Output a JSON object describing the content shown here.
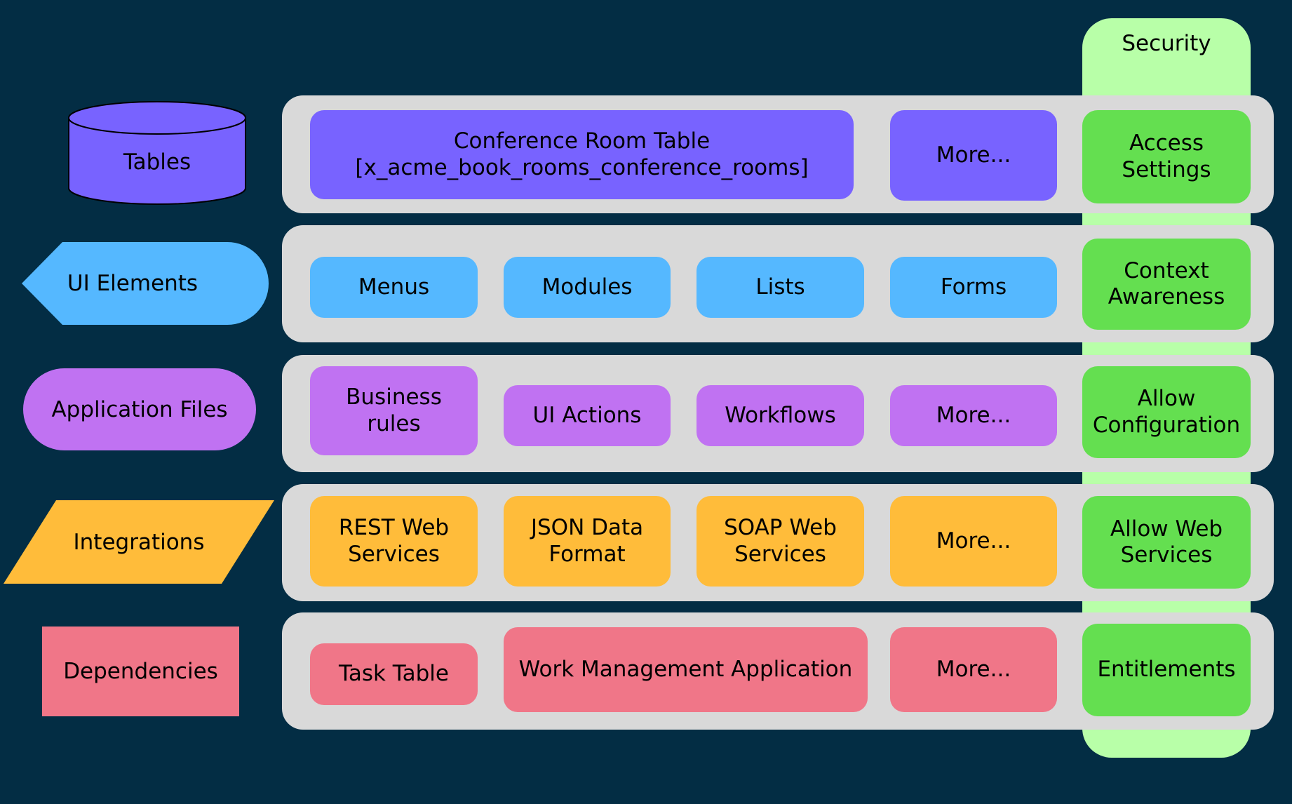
{
  "security": {
    "title": "Security",
    "items": [
      "Access\nSettings",
      "Context\nAwareness",
      "Allow\nConfiguration",
      "Allow Web\nServices",
      "Entitlements"
    ]
  },
  "rows": {
    "tables": {
      "label": "Tables",
      "items": [
        "Conference Room Table\n[x_acme_book_rooms_conference_rooms]",
        "More..."
      ]
    },
    "ui_elements": {
      "label": "UI Elements",
      "items": [
        "Menus",
        "Modules",
        "Lists",
        "Forms"
      ]
    },
    "application_files": {
      "label": "Application Files",
      "items": [
        "Business\nrules",
        "UI Actions",
        "Workflows",
        "More..."
      ]
    },
    "integrations": {
      "label": "Integrations",
      "items": [
        "REST Web\nServices",
        "JSON Data\nFormat",
        "SOAP Web\nServices",
        "More..."
      ]
    },
    "dependencies": {
      "label": "Dependencies",
      "items": [
        "Task Table",
        "Work Management Application",
        "More..."
      ]
    }
  },
  "colors": {
    "background": "#032d44",
    "panel": "#d9d9d9",
    "security_column": "#b8ffa8",
    "security_cell": "#64df50",
    "tables": "#7863ff",
    "ui_elements": "#55b8ff",
    "application_files": "#c072f2",
    "integrations": "#ffbc3a",
    "dependencies": "#f07688"
  }
}
